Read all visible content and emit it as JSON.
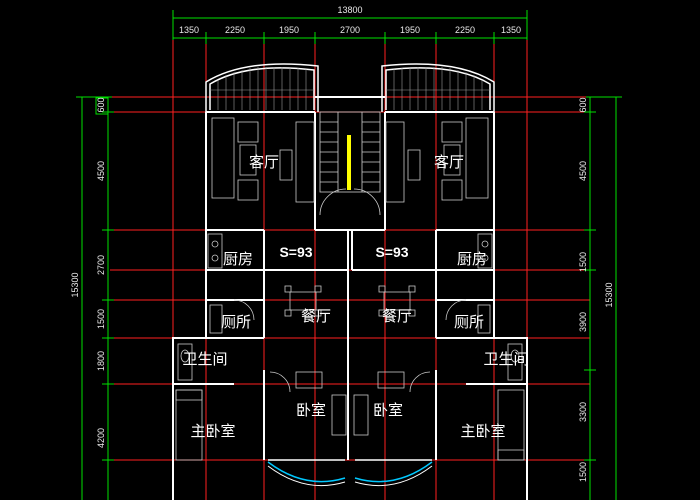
{
  "plan": {
    "top_total": "13800",
    "top_dims": [
      "1350",
      "2250",
      "1950",
      "2700",
      "1950",
      "2250",
      "1350"
    ],
    "left_total": "15300",
    "left_dims": [
      "600",
      "4500",
      "2700",
      "1500",
      "1800",
      "4200"
    ],
    "right_total": "15300",
    "right_dims": [
      "600",
      "4500",
      "1500",
      "3900",
      "3300",
      "1500"
    ],
    "rooms": {
      "living_left": "客厅",
      "living_right": "客厅",
      "kitchen_left": "厨房",
      "kitchen_right": "厨房",
      "area_left": "S=93",
      "area_right": "S=93",
      "dining_left": "餐厅",
      "dining_right": "餐厅",
      "toilet_left": "厕所",
      "toilet_right": "厕所",
      "bath_left": "卫生间",
      "bath_right": "卫生间",
      "bedroom_left": "卧室",
      "bedroom_right": "卧室",
      "master_left": "主卧室",
      "master_right": "主卧室"
    },
    "colors": {
      "background": "#000000",
      "wall": "#ffffff",
      "axis": "#ff2020",
      "dimension": "#00e000",
      "furniture": "#c8c8c8",
      "stair_highlight": "#ffff00",
      "window": "#00c8ff"
    }
  }
}
